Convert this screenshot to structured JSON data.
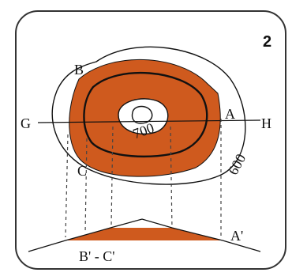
{
  "panel_number": "2",
  "points": {
    "b": "B",
    "a": "A",
    "c": "C",
    "g": "G",
    "h": "H",
    "b_c_prime": "B' - C'",
    "a_prime": "A'"
  },
  "contours": {
    "inner": "700",
    "outer": "600"
  },
  "colors": {
    "fill": "#cf5a1e",
    "line": "#111111",
    "border": "#333333",
    "dash": "#444444"
  }
}
